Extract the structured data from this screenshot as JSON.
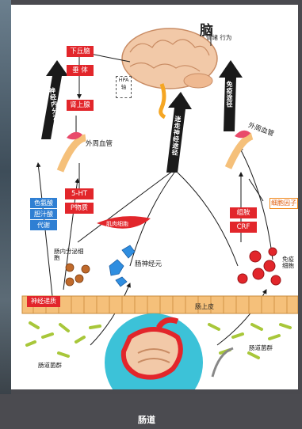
{
  "title": "脑",
  "labels": {
    "mood_behavior": "情绪 行为",
    "neuroendocrine_path": "神经内分泌途径",
    "immune_path": "免疫途径",
    "fast_neural_path": "迷走神经途径",
    "hypothalamus": "下丘脑",
    "pituitary": "垂 体",
    "adrenal": "肾上腺",
    "hpa_axis": "HPA 轴",
    "peripheral_vessel_left": "外周血管",
    "peripheral_vessel_right": "外周血管",
    "serotonin": "5-HT",
    "p_substance": "P物质",
    "tryptophan": "色氨酸",
    "bile_acid": "胆汁酸",
    "metabolism": "代谢",
    "histamine": "组胺",
    "crf": "CRF",
    "cytokines": "细胞因子",
    "enteroendocrine": "肠内分泌细胞",
    "muscle_cell": "肌肉细胞",
    "enteric_neuron": "肠神经元",
    "immune_cell": "免疫细胞",
    "epithelium": "肠上皮",
    "neurotransmitter": "神经递质",
    "microbiota_left": "肠道菌群",
    "microbiota_right": "肠道菌群",
    "gut": "肠道"
  },
  "colors": {
    "accent_red": "#e2262b",
    "arrow_black": "#1a1a1a",
    "brain": "#f2c9a8",
    "epithelium": "#f5c07a",
    "gut_circle": "#3cc2d8",
    "bacteria": "#a8c73a",
    "immune_cell": "#e2262b",
    "neuron": "#2f8ee0"
  }
}
